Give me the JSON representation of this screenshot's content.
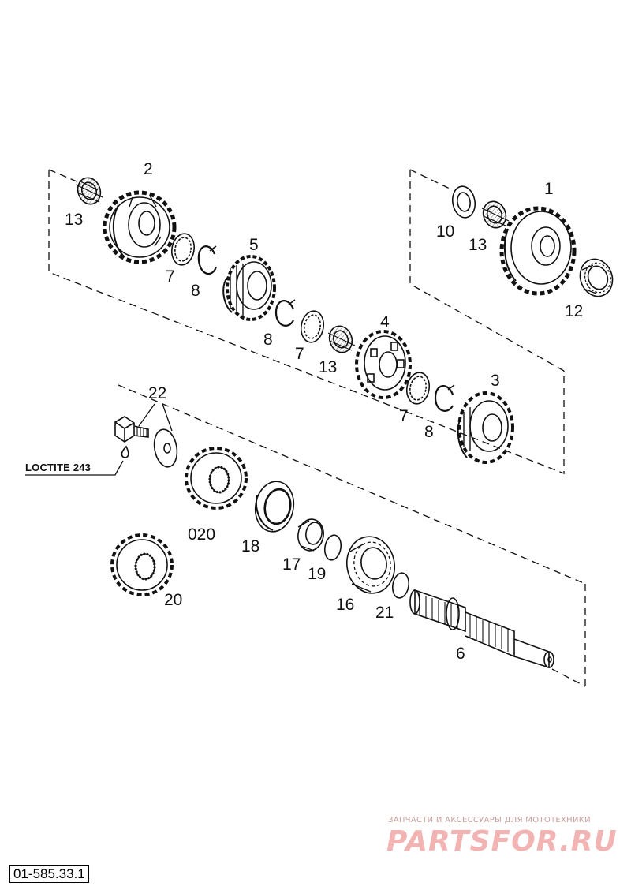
{
  "parts": {
    "p1": "1",
    "p2": "2",
    "p3": "3",
    "p4": "4",
    "p5": "5",
    "p6": "6",
    "p7a": "7",
    "p7b": "7",
    "p7c": "7",
    "p8a": "8",
    "p8b": "8",
    "p8c": "8",
    "p10": "10",
    "p12": "12",
    "p13a": "13",
    "p13b": "13",
    "p13c": "13",
    "p16": "16",
    "p17": "17",
    "p18": "18",
    "p19": "19",
    "p020": "020",
    "p20": "20",
    "p21": "21",
    "p22": "22"
  },
  "note": "LOCTITE 243",
  "reference": "01-585.33.1",
  "watermark": {
    "tagline": "ЗАПЧАСТИ И АКСЕССУАРЫ ДЛЯ МОТОТЕХНИКИ",
    "brand": "PARTSFOR.RU"
  }
}
